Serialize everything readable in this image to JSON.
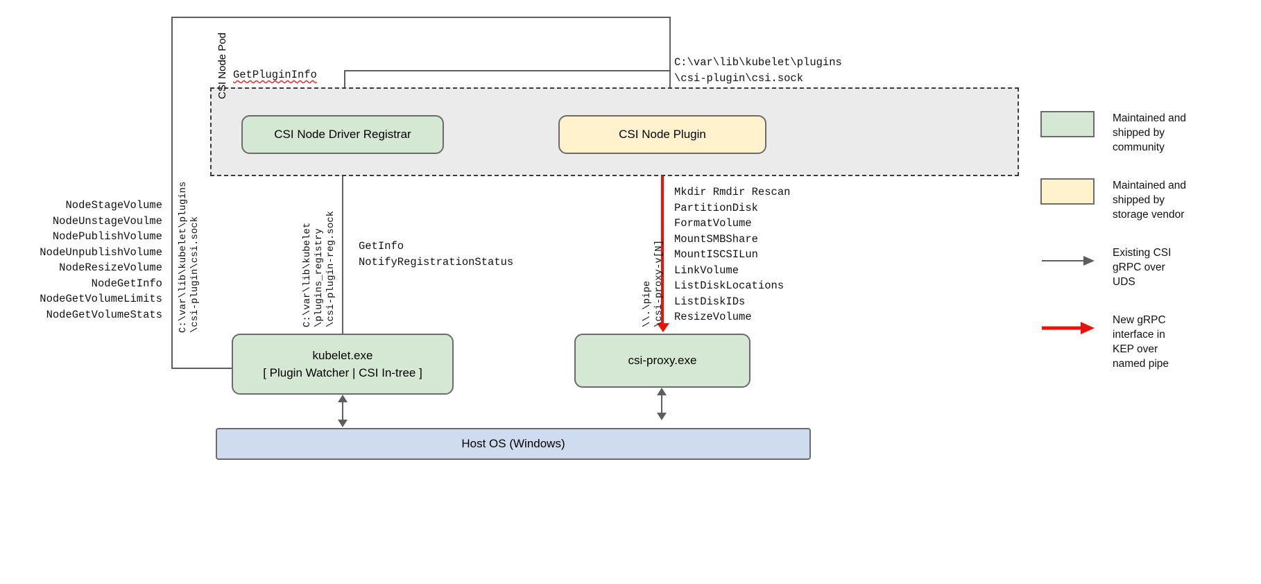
{
  "diagram": {
    "pod": {
      "label": "CSI Node Pod"
    },
    "boxes": {
      "registrar": "CSI Node Driver Registrar",
      "plugin": "CSI Node Plugin",
      "kubelet_line1": "kubelet.exe",
      "kubelet_line2": "[ Plugin Watcher | CSI In-tree ]",
      "csiproxy": "csi-proxy.exe",
      "hostos": "Host OS (Windows)"
    },
    "labels": {
      "get_plugin_info": "GetPluginInfo",
      "plugin_socket_path": "C:\\var\\lib\\kubelet\\plugins\n\\csi-plugin\\csi.sock",
      "node_operations": "NodeStageVolume\nNodeUnstageVoulme\nNodePublishVolume\nNodeUnpublishVolume\nNodeResizeVolume\nNodeGetInfo\nNodeGetVolumeLimits\nNodeGetVolumeStats",
      "registration_calls": "GetInfo\nNotifyRegistrationStatus",
      "proxy_operations": "Mkdir Rmdir Rescan\nPartitionDisk\nFormatVolume\nMountSMBShare\nMountISCSILun\nLinkVolume\nListDiskLocations\nListDiskIDs\nResizeVolume",
      "csi_sock_vertical": "C:\\var\\lib\\kubelet\\plugins\n\\csi-plugin\\csi.sock",
      "reg_sock_vertical": "C:\\var\\lib\\kubelet\n\\plugins_registry\n\\csi-plugin-reg.sock",
      "named_pipe_vertical": "\\\\.\\pipe\n\\csi-proxy-v[N]"
    },
    "legend": [
      {
        "type": "swatch",
        "color": "#d5e8d4",
        "text": "Maintained and\nshipped by\ncommunity"
      },
      {
        "type": "swatch",
        "color": "#fff2cc",
        "text": "Maintained and\nshipped by\nstorage vendor"
      },
      {
        "type": "arrow",
        "color": "#5e5e5e",
        "text": "Existing CSI\ngRPC over\nUDS"
      },
      {
        "type": "arrow",
        "color": "#e8140c",
        "text": "New gRPC\ninterface in\nKEP over\nnamed pipe"
      }
    ],
    "colors": {
      "community_green": "#d5e8d4",
      "vendor_yellow": "#fff2cc",
      "host_blue": "#cfdcf0",
      "pod_gray": "#ebebeb",
      "line_gray": "#5e5e5e",
      "new_interface_red": "#e8140c"
    }
  }
}
